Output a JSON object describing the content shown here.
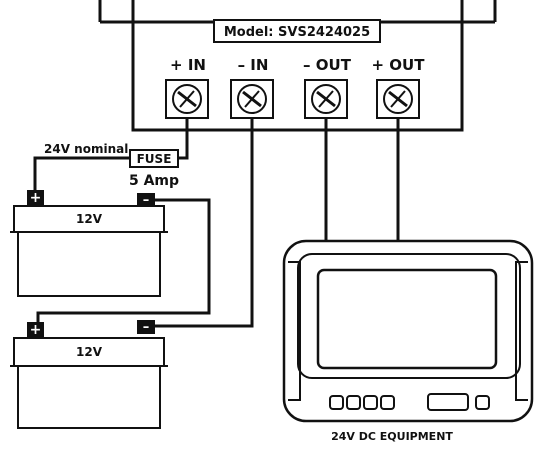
{
  "converter": {
    "model_label": "Model: SVS2424025",
    "terminals": [
      "+ IN",
      "– IN",
      "– OUT",
      "+ OUT"
    ]
  },
  "wiring": {
    "nominal_label": "24V nominal",
    "fuse_label": "FUSE",
    "fuse_rating": "5 Amp"
  },
  "batteries": [
    {
      "label": "12V",
      "pos": "+",
      "neg": "–"
    },
    {
      "label": "12V",
      "pos": "+",
      "neg": "–"
    }
  ],
  "equipment": {
    "caption": "24V DC EQUIPMENT"
  },
  "colors": {
    "line": "#111111",
    "fill": "#ffffff",
    "terminal_fill": "#111111"
  }
}
